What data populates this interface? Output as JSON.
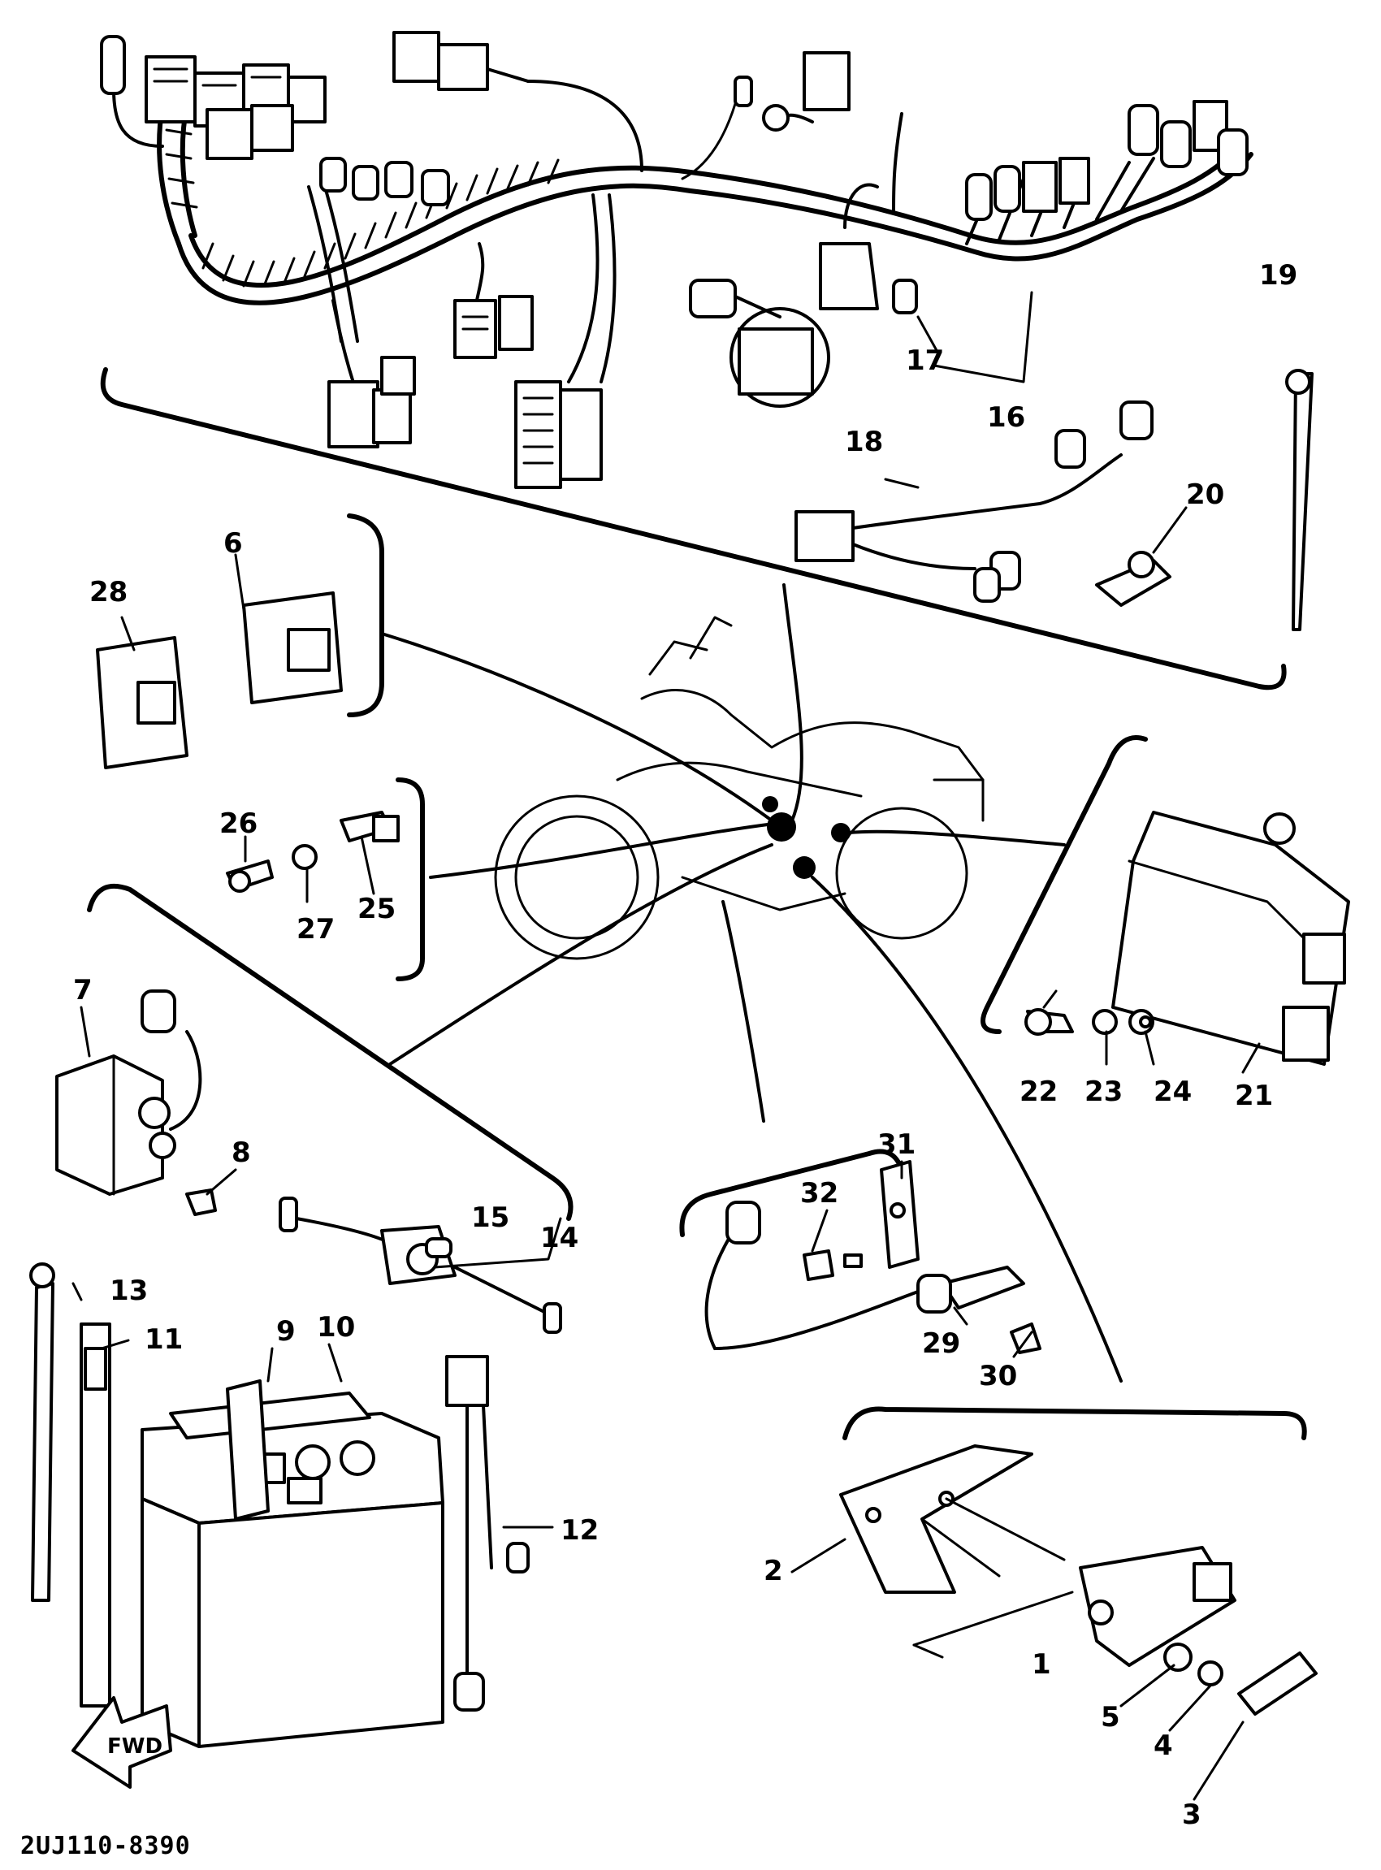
{
  "labels": {
    "l1": "1",
    "l2": "2",
    "l3": "3",
    "l4": "4",
    "l5": "5",
    "l6": "6",
    "l7": "7",
    "l8": "8",
    "l9": "9",
    "l10": "10",
    "l11": "11",
    "l12": "12",
    "l13": "13",
    "l14": "14",
    "l15": "15",
    "l16": "16",
    "l17": "17",
    "l18": "18",
    "l19": "19",
    "l20": "20",
    "l21": "21",
    "l22": "22",
    "l23": "23",
    "l24": "24",
    "l25": "25",
    "l26": "26",
    "l27": "27",
    "l28": "28",
    "l29": "29",
    "l30": "30",
    "l31": "31",
    "l32": "32"
  },
  "fwd_arrow": "FWD",
  "reference_code": "2UJ110-8390"
}
